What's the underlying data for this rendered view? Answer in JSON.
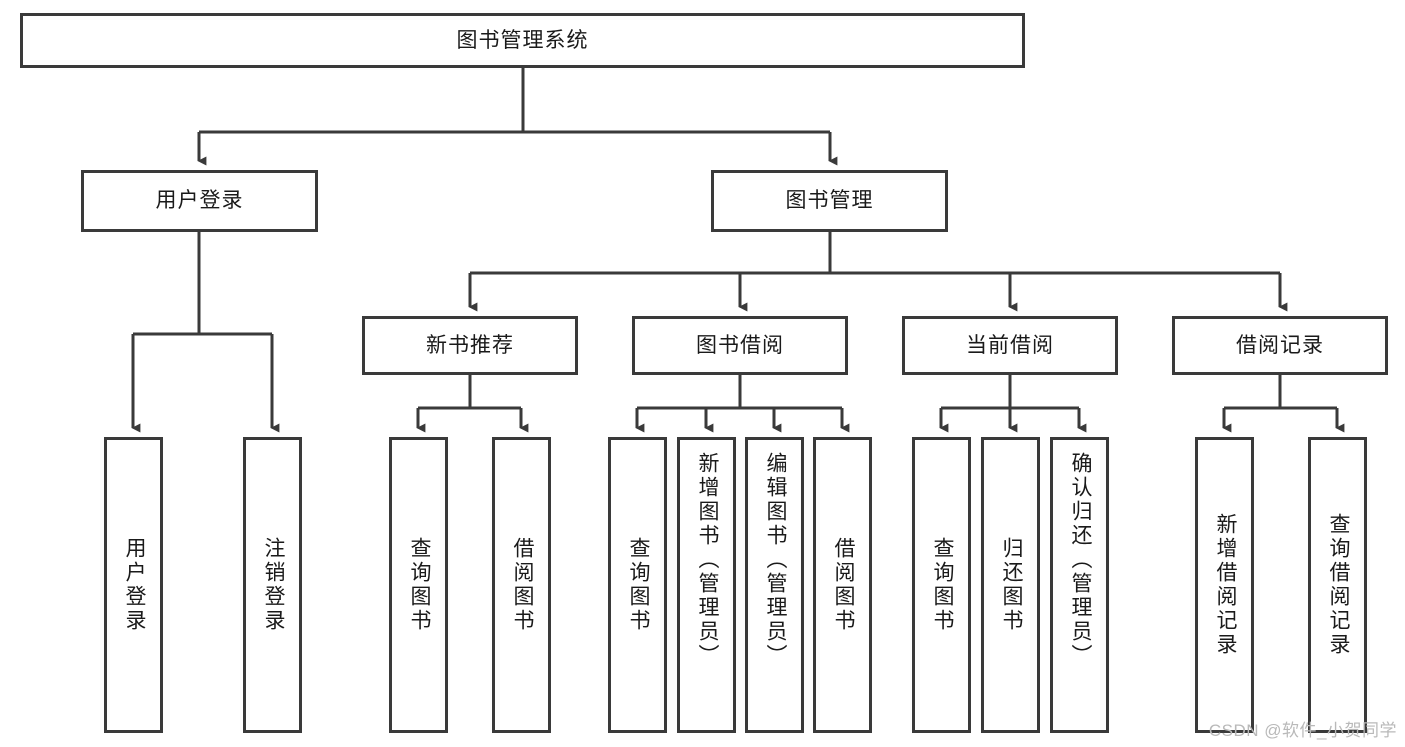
{
  "diagram": {
    "title": "图书管理系统",
    "watermark": "CSDN @软件_小贺同学",
    "colors": {
      "stroke": "#3a3a3a",
      "box_fill": "#ffffff",
      "text": "#1a1a1a",
      "watermark": "#b9b9b9",
      "background": "#ffffff"
    },
    "root": {
      "label": "图书管理系统"
    },
    "level2": [
      {
        "label": "用户登录"
      },
      {
        "label": "图书管理"
      }
    ],
    "level3": [
      {
        "label": "新书推荐"
      },
      {
        "label": "图书借阅"
      },
      {
        "label": "当前借阅"
      },
      {
        "label": "借阅记录"
      }
    ],
    "leaves": {
      "user_login": [
        {
          "label": "用户登录"
        },
        {
          "label": "注销登录"
        }
      ],
      "new_book_recommend": [
        {
          "label": "查询图书"
        },
        {
          "label": "借阅图书"
        }
      ],
      "book_borrow": [
        {
          "label": "查询图书"
        },
        {
          "label": "新增图书（管理员）"
        },
        {
          "label": "编辑图书（管理员）"
        },
        {
          "label": "借阅图书"
        }
      ],
      "current_borrow": [
        {
          "label": "查询图书"
        },
        {
          "label": "归还图书"
        },
        {
          "label": "确认归还（管理员）"
        }
      ],
      "borrow_record": [
        {
          "label": "新增借阅记录"
        },
        {
          "label": "查询借阅记录"
        }
      ]
    }
  }
}
